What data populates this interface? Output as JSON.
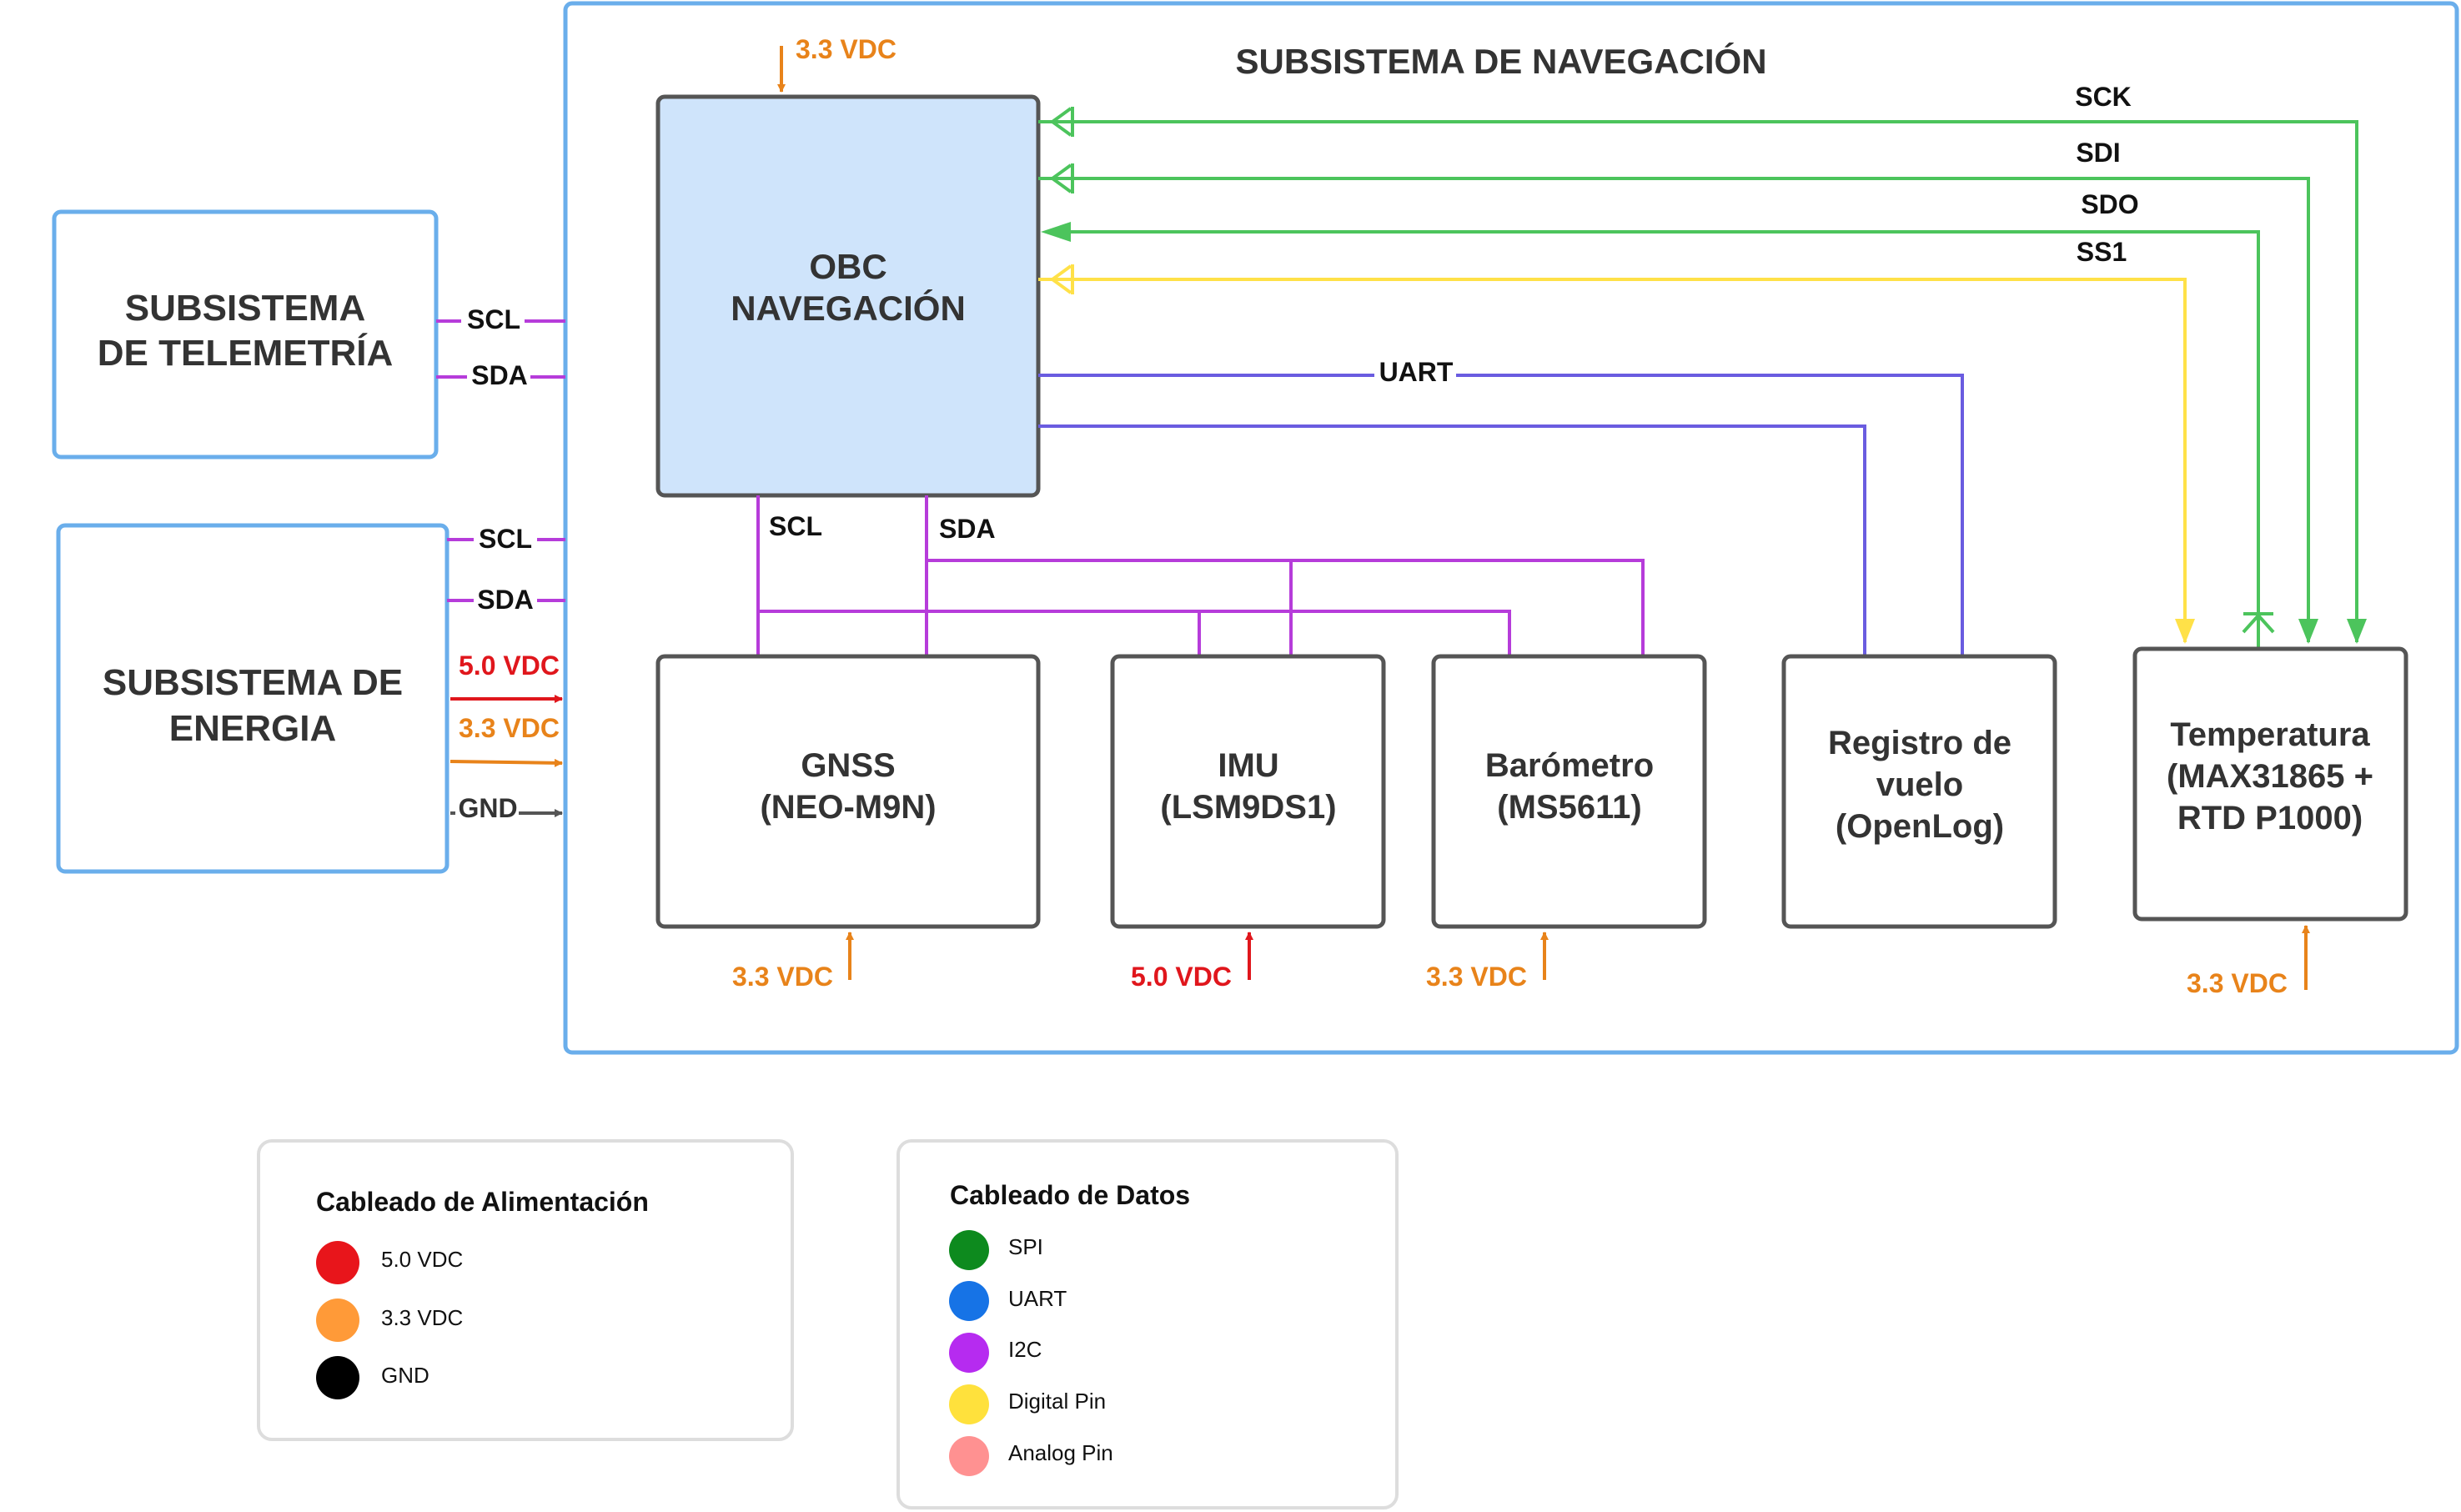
{
  "navigation": {
    "title": "SUBSISTEMA DE NAVEGACIÓN"
  },
  "telemetry": {
    "line1": "SUBSISTEMA",
    "line2": "DE TELEMETRÍA",
    "scl": "SCL",
    "sda": "SDA"
  },
  "energy": {
    "line1": "SUBSISTEMA DE",
    "line2": "ENERGIA",
    "scl": "SCL",
    "sda": "SDA",
    "v5": "5.0 VDC",
    "v33": "3.3 VDC",
    "gnd": "GND"
  },
  "obc": {
    "line1": "OBC",
    "line2": "NAVEGACIÓN",
    "power": "3.3 VDC",
    "scl": "SCL",
    "sda": "SDA",
    "uart": "UART"
  },
  "spi": {
    "sck": "SCK",
    "sdi": "SDI",
    "sdo": "SDO",
    "ss1": "SS1"
  },
  "modules": {
    "gnss": {
      "line1": "GNSS",
      "line2": "(NEO-M9N)",
      "power": "3.3 VDC"
    },
    "imu": {
      "line1": "IMU",
      "line2": "(LSM9DS1)",
      "power": "5.0 VDC"
    },
    "barometer": {
      "line1": "Barómetro",
      "line2": "(MS5611)",
      "power": "3.3 VDC"
    },
    "logger": {
      "line1": "Registro de",
      "line2": "vuelo",
      "line3": "(OpenLog)"
    },
    "temperature": {
      "line1": "Temperatura",
      "line2": "(MAX31865 +",
      "line3": "RTD P1000)",
      "power": "3.3 VDC"
    }
  },
  "legend_power": {
    "title": "Cableado de Alimentación",
    "items": [
      {
        "label": "5.0 VDC",
        "color": "#E8151B"
      },
      {
        "label": "3.3 VDC",
        "color": "#FF9A38"
      },
      {
        "label": "GND",
        "color": "#000000"
      }
    ]
  },
  "legend_data": {
    "title": "Cableado de Datos",
    "items": [
      {
        "label": "SPI",
        "color": "#0D8A1E"
      },
      {
        "label": "UART",
        "color": "#1673E6"
      },
      {
        "label": "I2C",
        "color": "#B62BF0"
      },
      {
        "label": "Digital Pin",
        "color": "#FFE13C"
      },
      {
        "label": "Analog Pin",
        "color": "#FF9191"
      }
    ]
  },
  "colors": {
    "frame": "#6AAEEB",
    "i2c": "#B63CDA",
    "spi": "#4CC45C",
    "uart": "#6A5CE0",
    "digital": "#FFE148",
    "power5": "#E0161C",
    "power33": "#E8831A",
    "gnd": "#555555",
    "obc_fill": "#CFE4FB",
    "box_stroke": "#555555"
  }
}
